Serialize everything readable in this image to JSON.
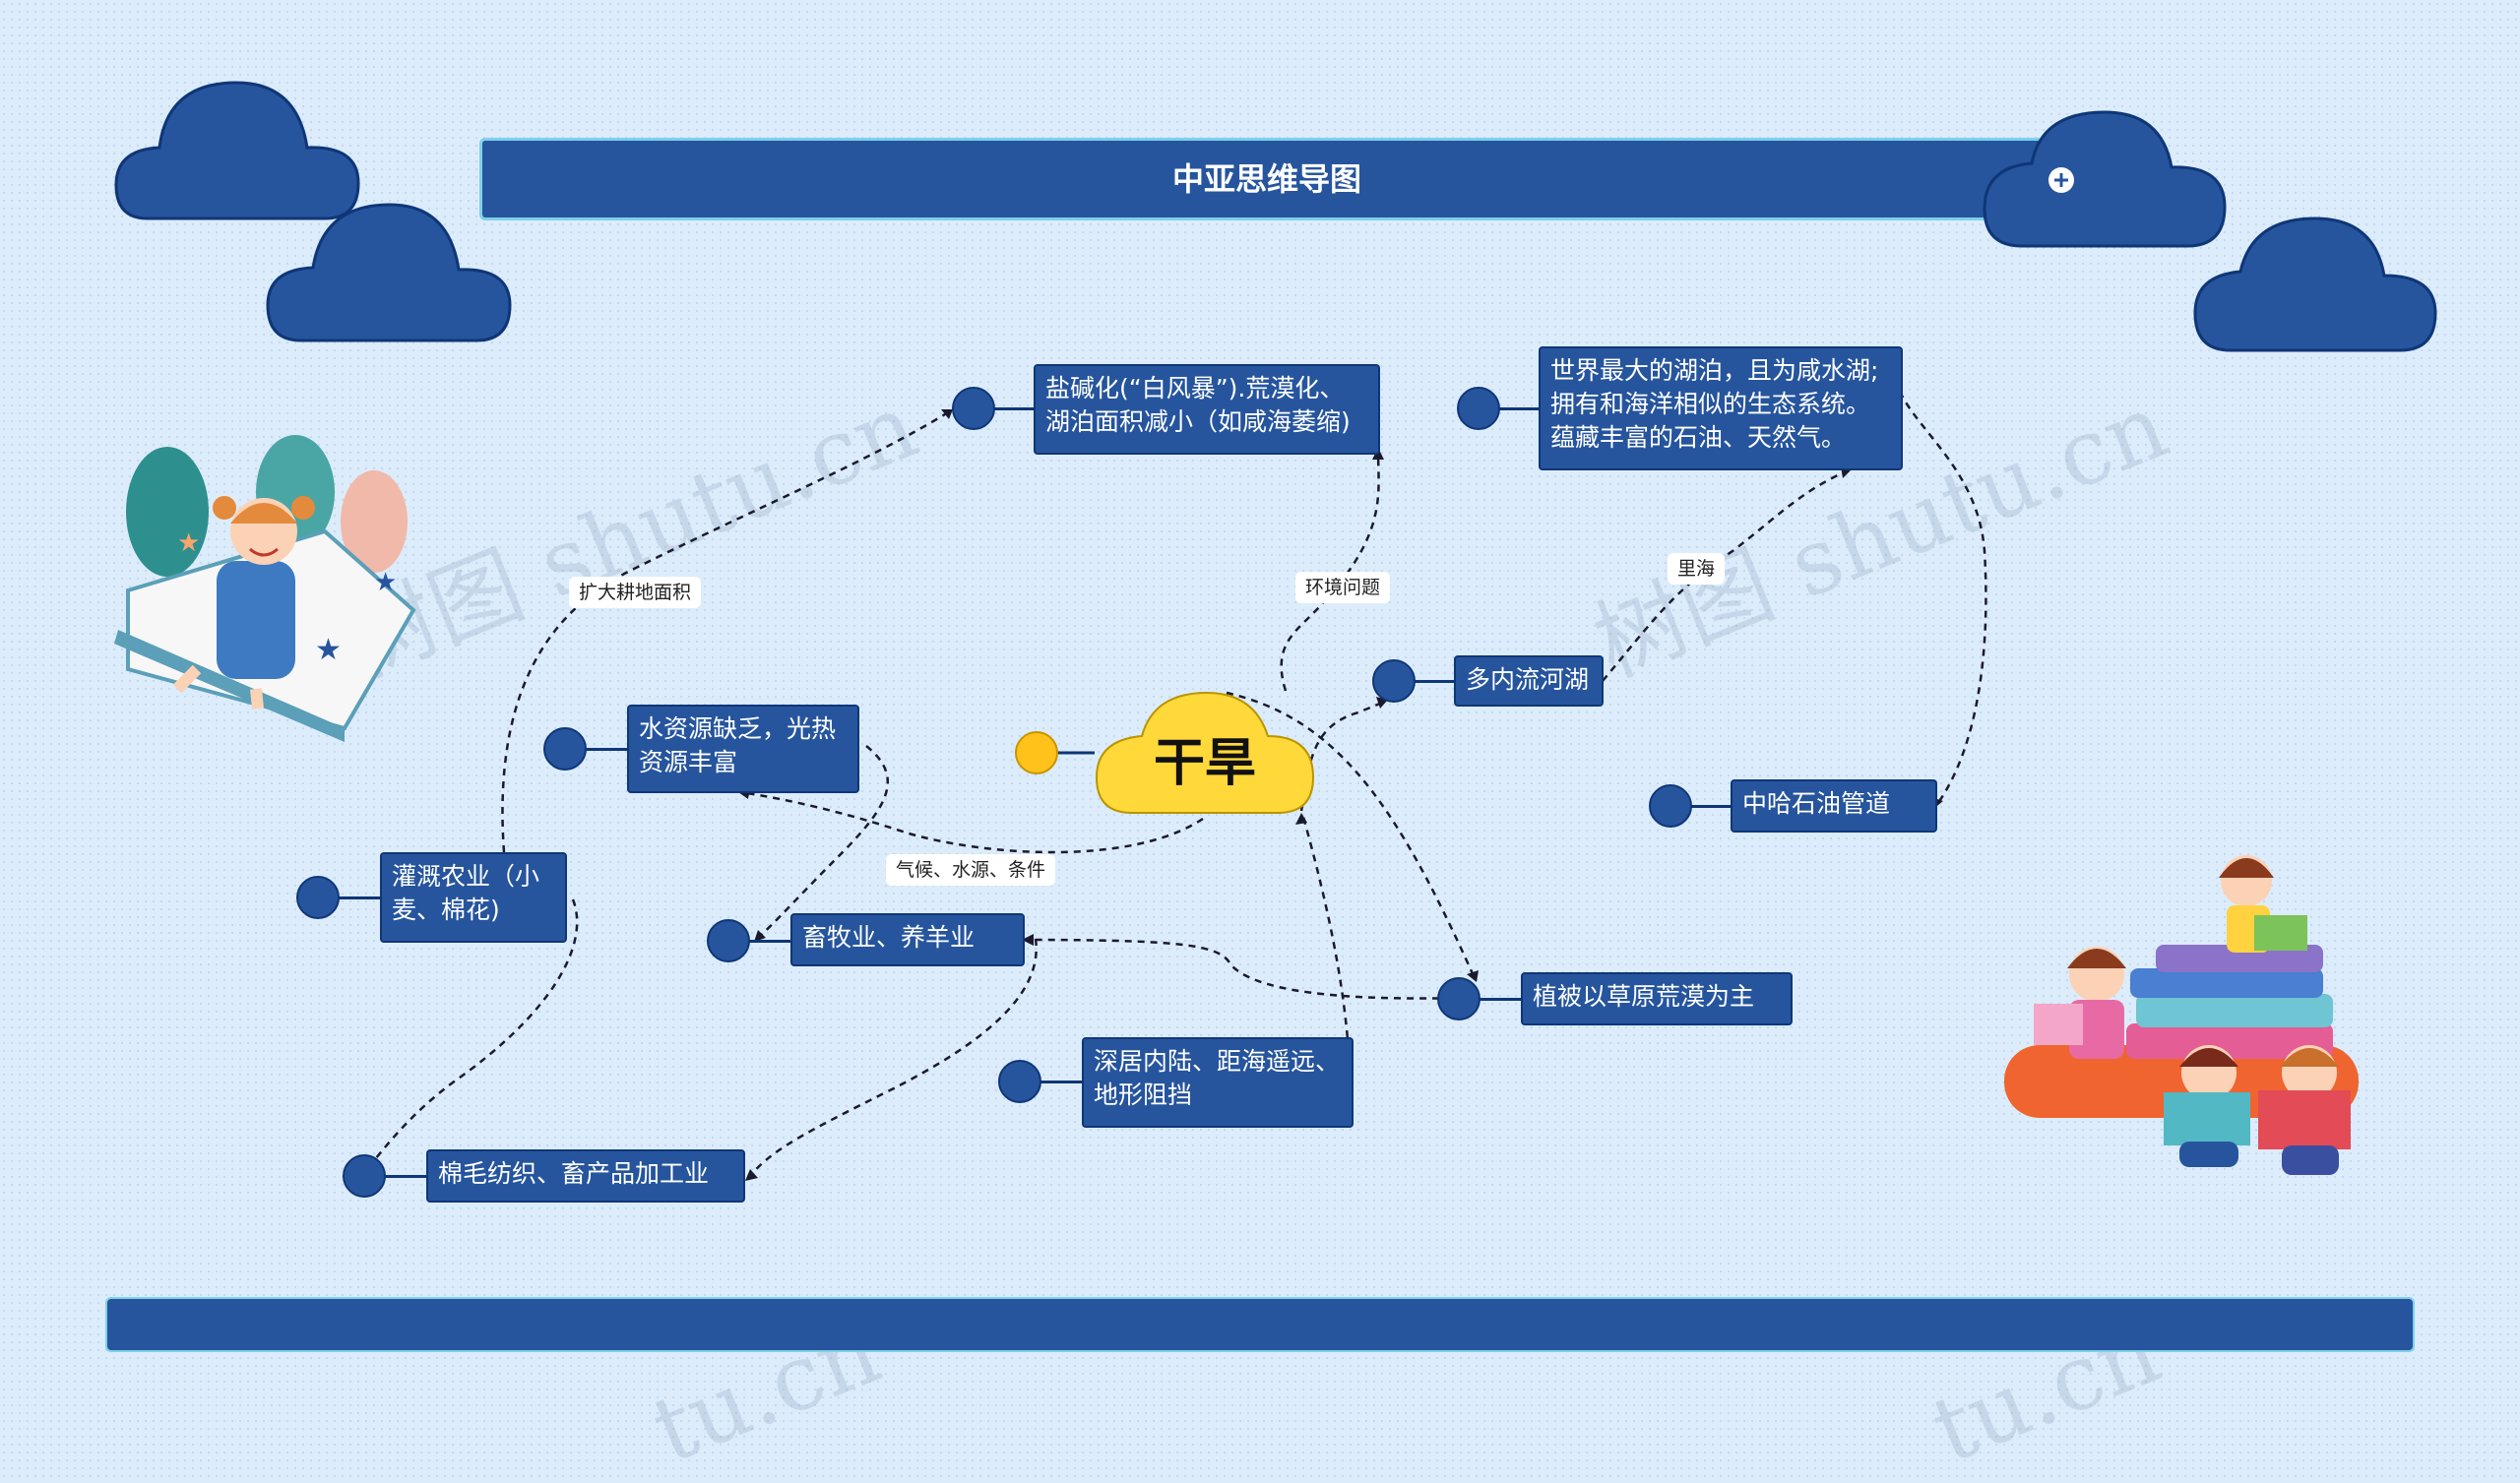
{
  "title": "中亚思维导图",
  "root": {
    "label": "干旱"
  },
  "nodes": {
    "salinization": "盐碱化(“白风暴”).荒漠化、\n湖泊面积减小（如咸海萎缩)",
    "caspian_info": "世界最大的湖泊，且为咸水湖;\n拥有和海洋相似的生态系统。\n蕴藏丰富的石油、天然气。",
    "water_light": "水资源缺乏，光热\n资源丰富",
    "inland_rivers": "多内流河湖",
    "pipeline": "中哈石油管道",
    "irrigation": "灌溉农业（小\n麦、棉花)",
    "livestock": "畜牧业、养羊业",
    "vegetation": "植被以草原荒漠为主",
    "inland_location": "深居内陆、距海遥远、\n地形阻挡",
    "textiles": "棉毛纺织、畜产品加工业"
  },
  "edge_labels": {
    "expand_farmland": "扩大耕地面积",
    "environment": "环境问题",
    "caspian": "里海",
    "climate": "气候、水源、条件"
  },
  "watermarks": [
    "树图 shutu.cn",
    "树图 shutu.cn",
    "tu.cn",
    "tu.cn"
  ],
  "colors": {
    "background": "#dcecfa",
    "node_fill": "#26559e",
    "node_border": "#0f3677",
    "root_fill": "#ffd83a",
    "cloud": "#26559e",
    "accent_border": "#7fd0ea"
  }
}
